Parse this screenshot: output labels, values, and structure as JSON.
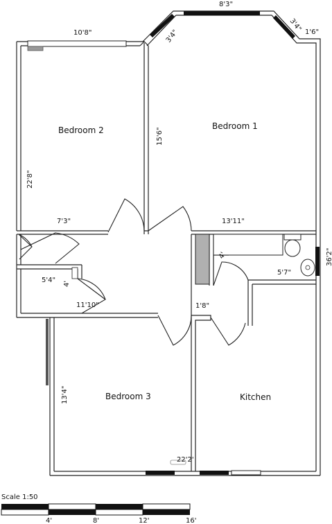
{
  "rooms": {
    "bedroom1": "Bedroom 1",
    "bedroom2": "Bedroom 2",
    "bedroom3": "Bedroom 3",
    "kitchen": "Kitchen"
  },
  "dimensions": {
    "bay_top": "8'3\"",
    "bay_left": "3'4\"",
    "bay_right": "3'4\"",
    "bay_return": "1'6\"",
    "bed2_width": "10'8\"",
    "bed1_depth": "15'6\"",
    "bed2_depth": "22'8\"",
    "bed2_lower": "7'3\"",
    "bed1_width": "13'11\"",
    "bath_height": "36'2\"",
    "bath_width": "5'7\"",
    "cupboard_small": "4'",
    "hall_left": "5'4\"",
    "hall_width": "11'10\"",
    "hall_gap": "1'8\"",
    "bed3_depth": "13'4\"",
    "kitchen_width": "22'2'",
    "small_mark": "4'"
  },
  "scale": {
    "title": "Scale 1:50",
    "ticks": [
      "4'",
      "8'",
      "12'",
      "16'"
    ]
  }
}
